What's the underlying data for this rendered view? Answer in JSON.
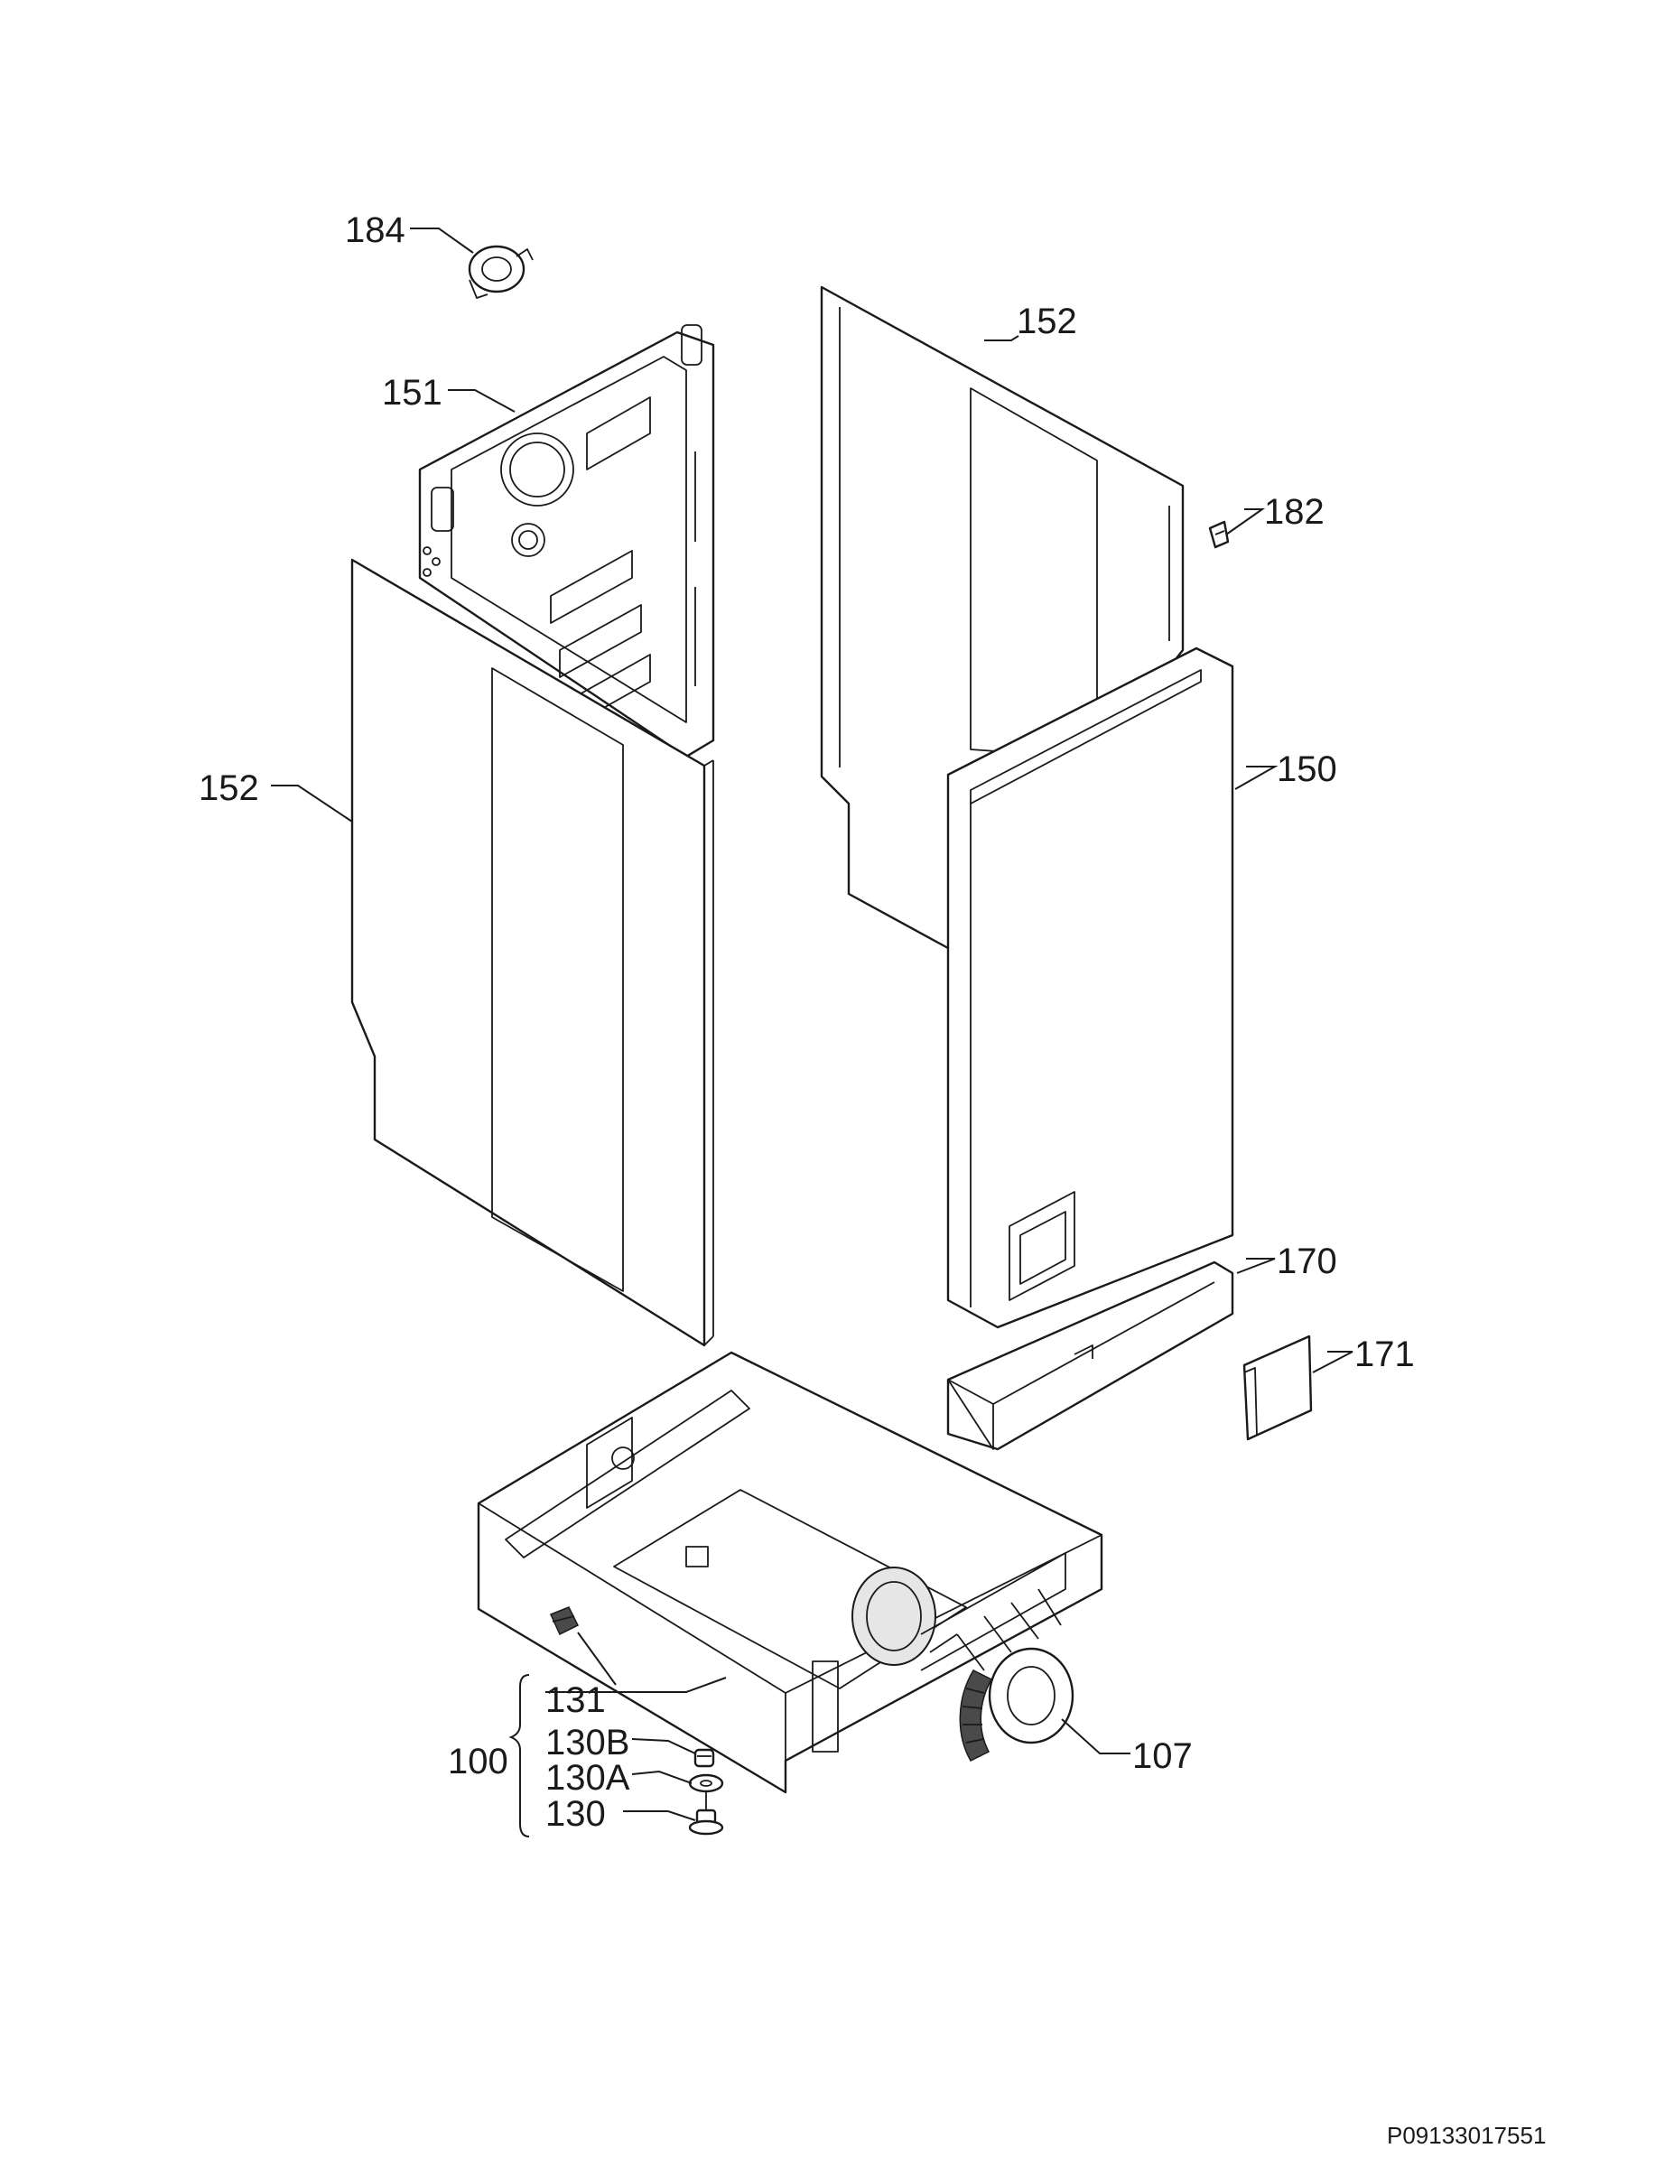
{
  "callouts": {
    "c184": "184",
    "c151": "151",
    "c152_top": "152",
    "c182": "182",
    "c152_left": "152",
    "c150": "150",
    "c170": "170",
    "c171": "171",
    "c131": "131",
    "c100": "100",
    "c130B": "130B",
    "c130A": "130A",
    "c130": "130",
    "c107": "107"
  },
  "doc_id": "P09133017551",
  "colors": {
    "line": "#1a1a1a",
    "background": "#ffffff",
    "fill_shade": "#e6e6e6"
  }
}
